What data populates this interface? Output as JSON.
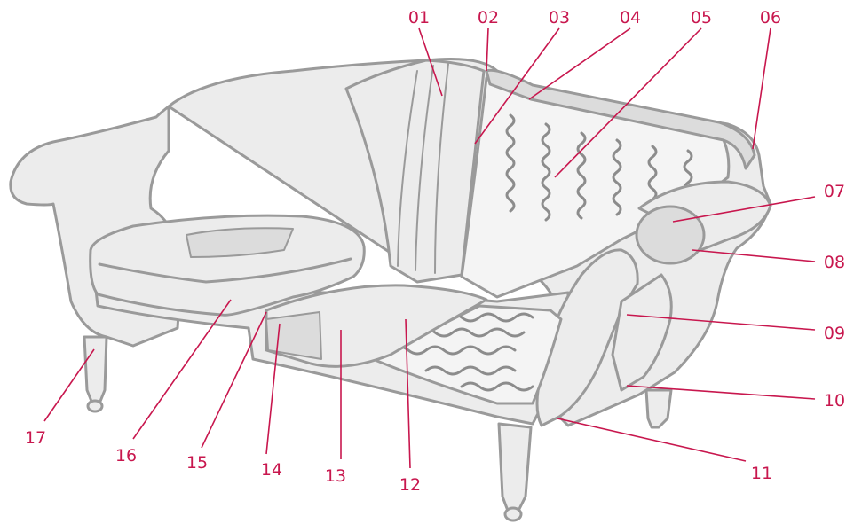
{
  "labels": [
    "01",
    "02",
    "03",
    "04",
    "05",
    "06",
    "07",
    "08",
    "09",
    "10",
    "11",
    "12",
    "13",
    "14",
    "15",
    "16",
    "17"
  ],
  "colors": {
    "label": "#c8174e",
    "leader": "#c8174e",
    "outline": "#9a9a9a",
    "fill": "#ececec",
    "shade": "#dcdcdc",
    "spring": "#8c8c8c"
  }
}
